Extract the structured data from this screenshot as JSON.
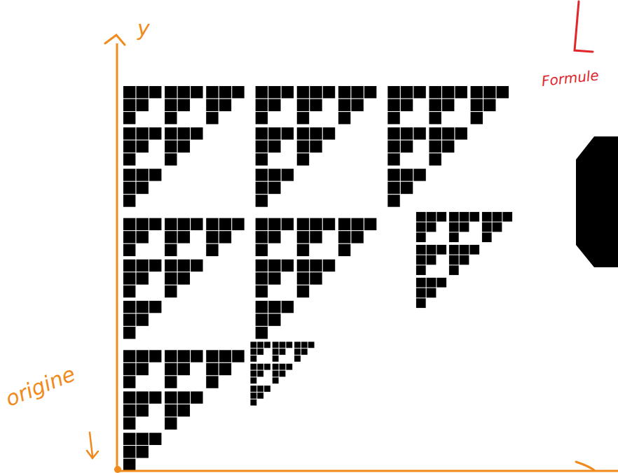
{
  "diagram": {
    "labels": [
      "y",
      "origine",
      "Formule"
    ]
  }
}
